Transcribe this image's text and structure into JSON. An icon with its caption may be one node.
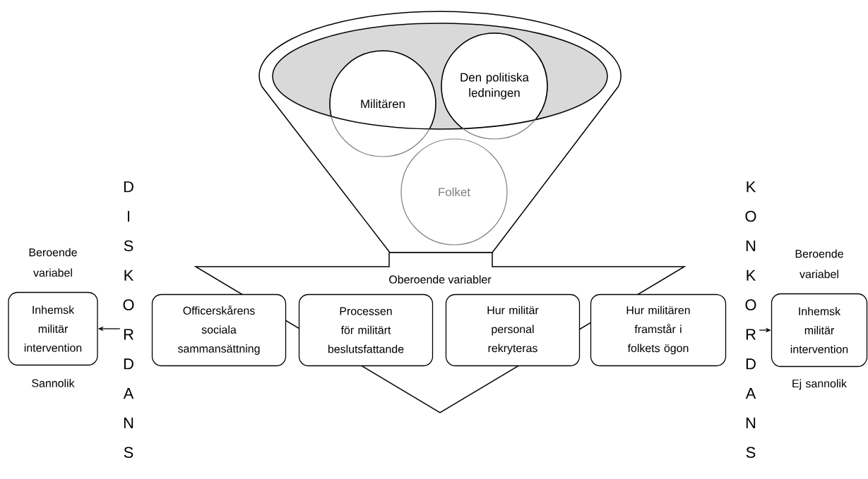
{
  "diagram": {
    "nodes": [
      {
        "text": [
          "Militären"
        ]
      },
      {
        "text": [
          "Den politiska ledningen"
        ]
      },
      {
        "text": [
          "Folket"
        ]
      },
      {
        "text": [
          "Oberoende variabler"
        ]
      },
      {
        "text": [
          "Officerskårens sociala sammansättning"
        ]
      },
      {
        "text": [
          "Processen för militärt beslutsfattande"
        ],
        "in": 3
      },
      {
        "text": [
          "Hur militär personal rekryteras"
        ],
        "in": 3
      },
      {
        "text": [
          "Hur militären framstår i folkets ögon"
        ]
      },
      {
        "text": [
          "DISKORDANS"
        ]
      },
      {
        "text": [
          "Inhemsk militär intervention"
        ],
        "beside": [
          "Beroende variabel",
          "Sannolik"
        ]
      },
      {
        "text": [
          "KONKORDANS"
        ]
      },
      {
        "text": [
          "Inhemsk militär intervention"
        ],
        "beside": [
          "Beroende variabel",
          "Ej sannolik"
        ]
      }
    ],
    "edges": [
      {
        "from": 8,
        "to": 9,
        "arrow": "to"
      },
      {
        "from": 10,
        "to": 11,
        "arrow": "to"
      }
    ]
  }
}
